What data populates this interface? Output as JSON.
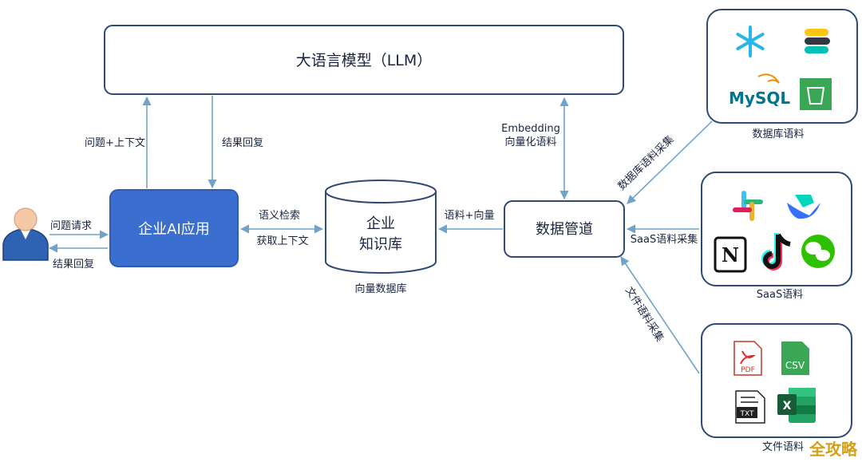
{
  "llm": {
    "label": "大语言模型（LLM）"
  },
  "app": {
    "label": "企业AI应用"
  },
  "kb": {
    "line1": "企业",
    "line2": "知识库",
    "caption": "向量数据库"
  },
  "pipeline": {
    "label": "数据管道"
  },
  "edges": {
    "question_context": "问题+上下文",
    "answer_reply": "结果回复",
    "embedding_line1": "Embedding",
    "embedding_line2": "向量化语料",
    "semantic_search": "语义检索",
    "get_context": "获取上下文",
    "corpus_vector": "语料+向量",
    "user_request": "问题请求",
    "user_reply": "结果回复",
    "db_collect": "数据库语料采集",
    "saas_collect": "SaaS语料采集",
    "file_collect": "文件语料采集"
  },
  "sources": {
    "database": {
      "caption": "数据库语料",
      "mysql_text": "MySQL"
    },
    "saas": {
      "caption": "SaaS语料"
    },
    "files": {
      "caption": "文件语料",
      "pdf_text": "PDF",
      "csv_text": "CSV",
      "txt_text": "TXT",
      "excel_text": "X"
    }
  },
  "watermark": {
    "text": "全攻略"
  },
  "colors": {
    "border": "#2f4a73",
    "app_fill": "#3a6fd0",
    "arrow": "#6fa3c9",
    "green": "#3aa757"
  }
}
